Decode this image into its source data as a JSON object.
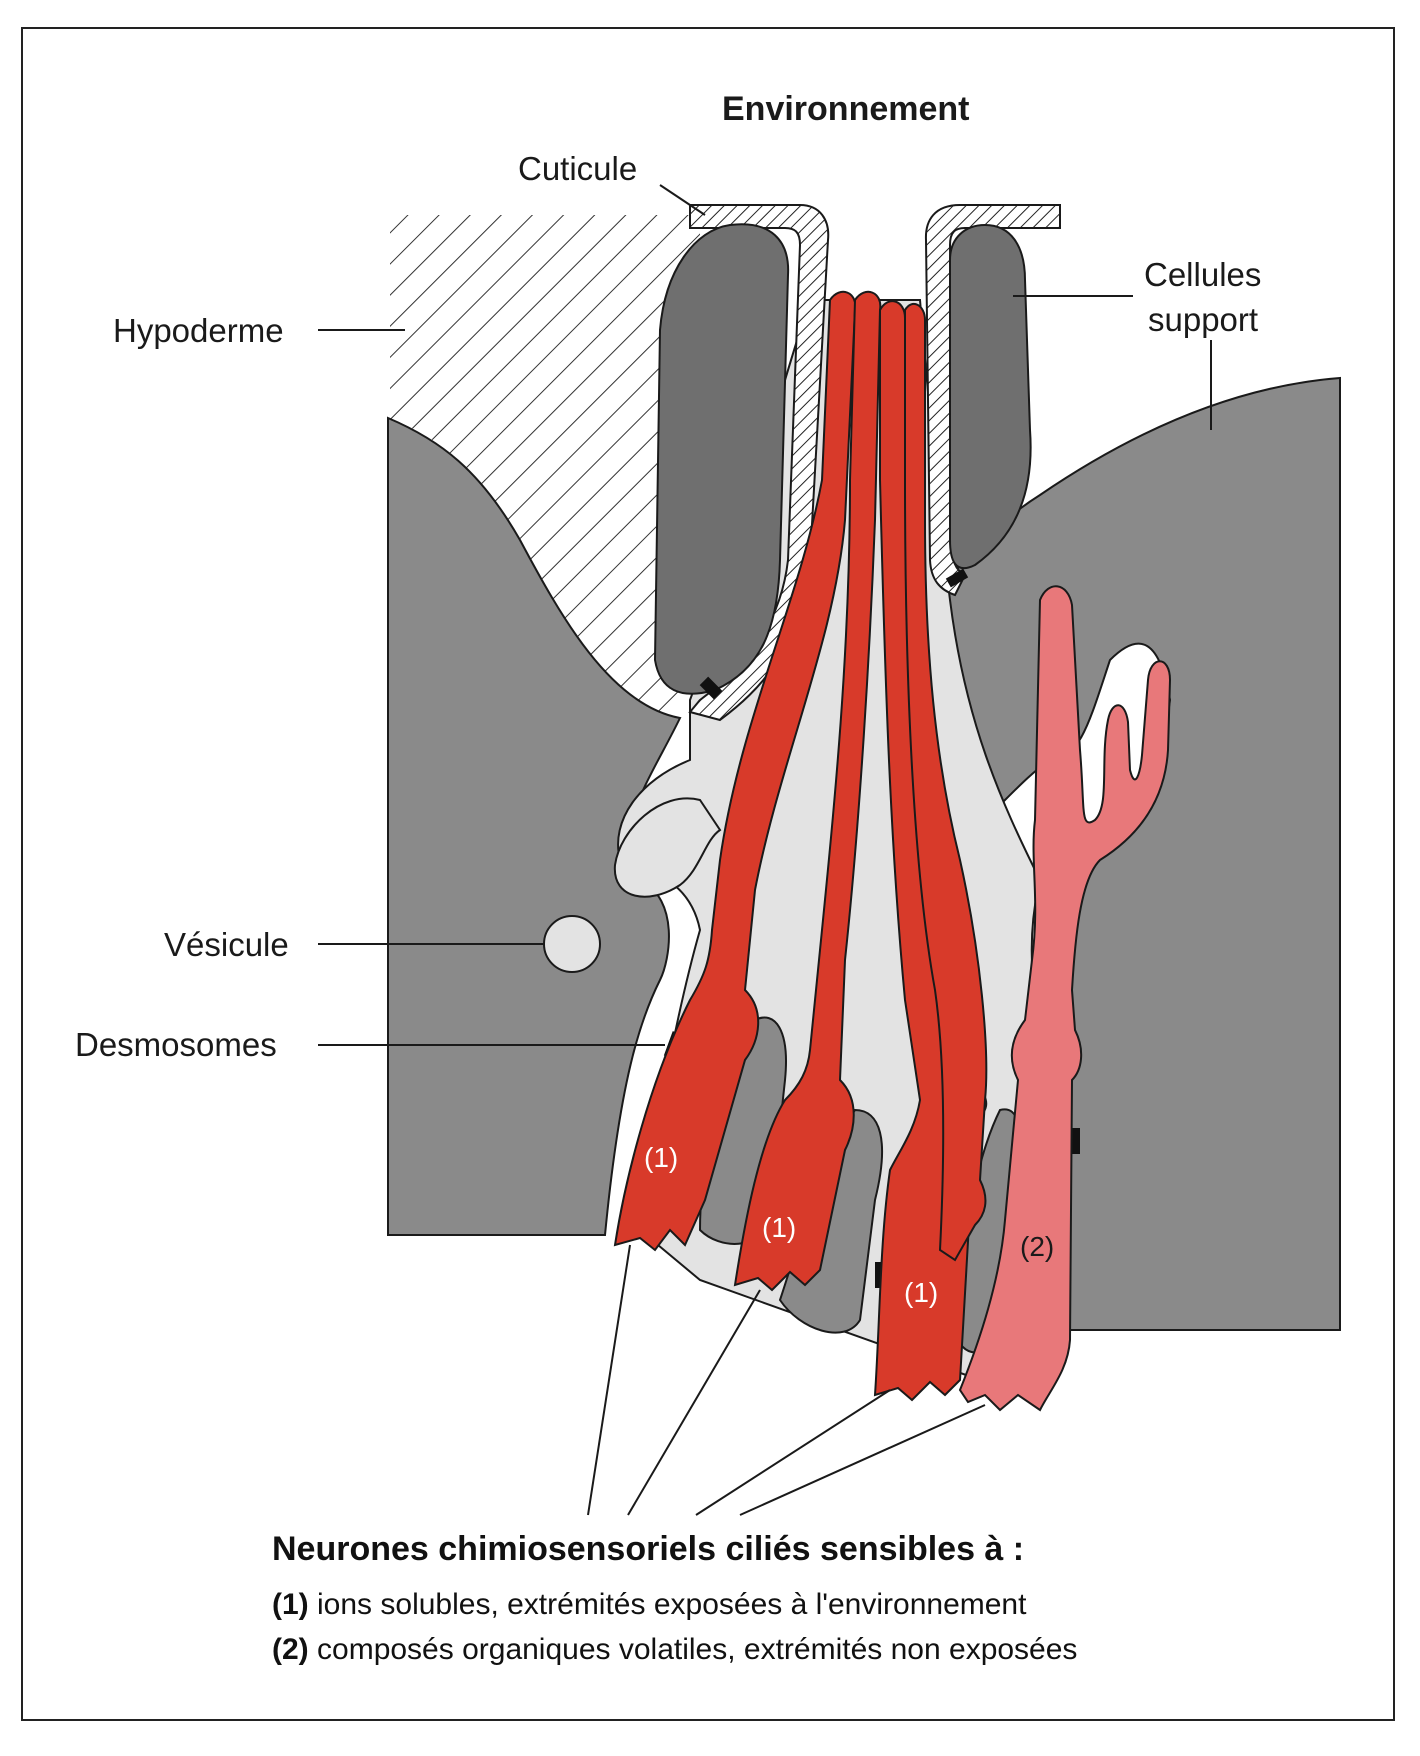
{
  "labels": {
    "environment": "Environnement",
    "cuticle": "Cuticule",
    "hypodermis": "Hypoderme",
    "support_cells_line1": "Cellules",
    "support_cells_line2": "support",
    "vesicle": "Vésicule",
    "desmosomes": "Desmosomes"
  },
  "neuron_markers": {
    "type1": "(1)",
    "type2": "(2)"
  },
  "caption": {
    "title": "Neurones chimiosensoriels ciliés sensibles à :",
    "item1_marker": "(1)",
    "item1_text": "ions solubles, extrémités exposées à l'environnement",
    "item2_marker": "(2)",
    "item2_text": "composés organiques volatiles, extrémités non exposées"
  },
  "colors": {
    "tissue": "#8a8a8a",
    "support_cell": "#6f6f6f",
    "lumen": "#e3e3e3",
    "neuron_type1": "#d83a2a",
    "neuron_type2": "#e8787a",
    "outline": "#1a1a1a"
  }
}
